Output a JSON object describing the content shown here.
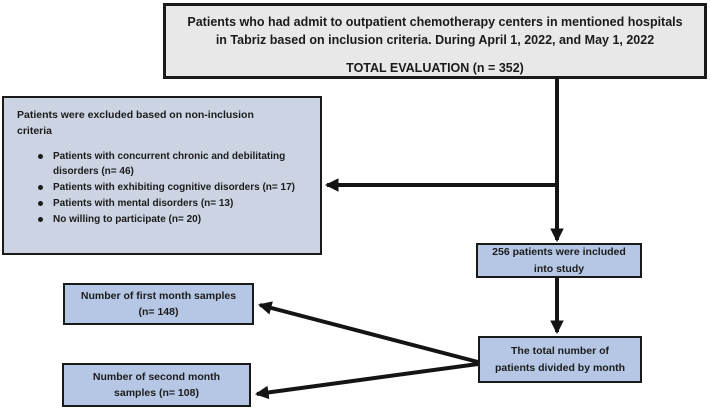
{
  "diagram": {
    "top_box": {
      "lines": [
        "Patients who had admit to outpatient chemotherapy centers in mentioned hospitals",
        "in Tabriz based on inclusion criteria. During April 1, 2022, and May 1, 2022"
      ],
      "total_line": "TOTAL EVALUATION (n = 352)"
    },
    "exclusion_box": {
      "header": "Patients were excluded based on non-inclusion criteria",
      "bullets": [
        "Patients with concurrent chronic and debilitating disorders (n= 46)",
        "Patients with exhibiting cognitive disorders (n= 17)",
        "Patients with mental disorders (n= 13)",
        "No willing to participate (n= 20)"
      ]
    },
    "included_box": {
      "lines": [
        "256 patients were included",
        "into study"
      ]
    },
    "total_box": {
      "lines": [
        "The total number of",
        "patients divided by month"
      ]
    },
    "first_month_box": {
      "lines": [
        "Number of first month samples",
        "(n= 148)"
      ]
    },
    "second_month_box": {
      "lines": [
        "Number of second month",
        "samples (n= 108)"
      ]
    }
  },
  "colors": {
    "top_box_fill": "#e9e8e8",
    "exclusion_box_fill": "#ccd4e3",
    "blue_box_fill": "#b5c7e4",
    "border": "#1a1a1a",
    "arrow": "#141414"
  }
}
